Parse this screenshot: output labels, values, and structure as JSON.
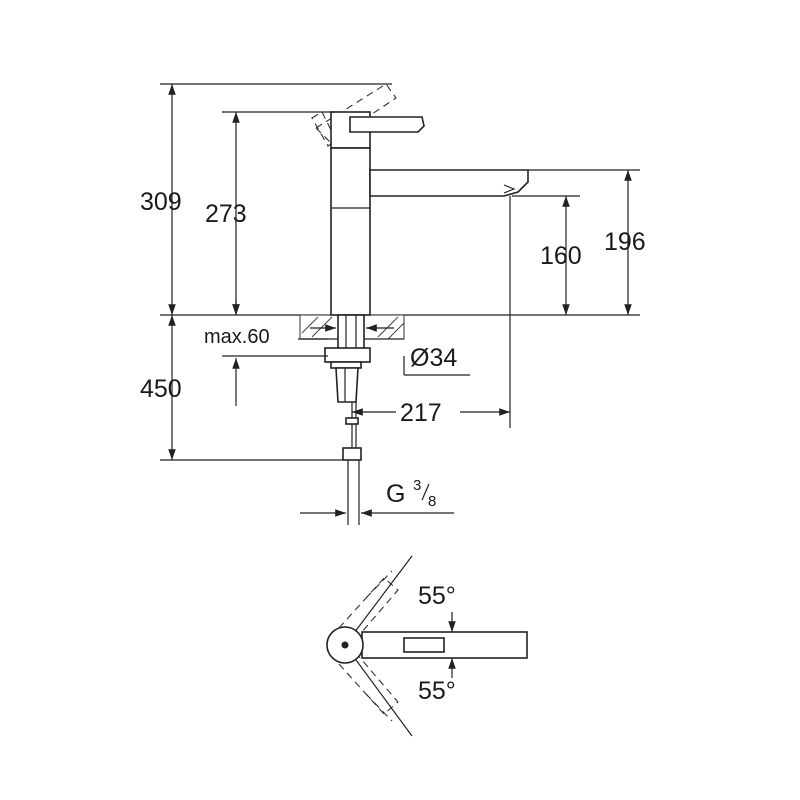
{
  "dimensions": {
    "total_height": "309",
    "lever_height": "273",
    "spout_height": "196",
    "outlet_height": "160",
    "below_deck_length": "450",
    "max_deck_thickness": "max.60",
    "hole_diameter": "Ø34",
    "spout_reach": "217",
    "connection_thread_base": "G",
    "connection_thread_num": "3",
    "connection_thread_den": "8"
  },
  "swivel": {
    "upper_angle": "55°",
    "lower_angle": "55°"
  }
}
